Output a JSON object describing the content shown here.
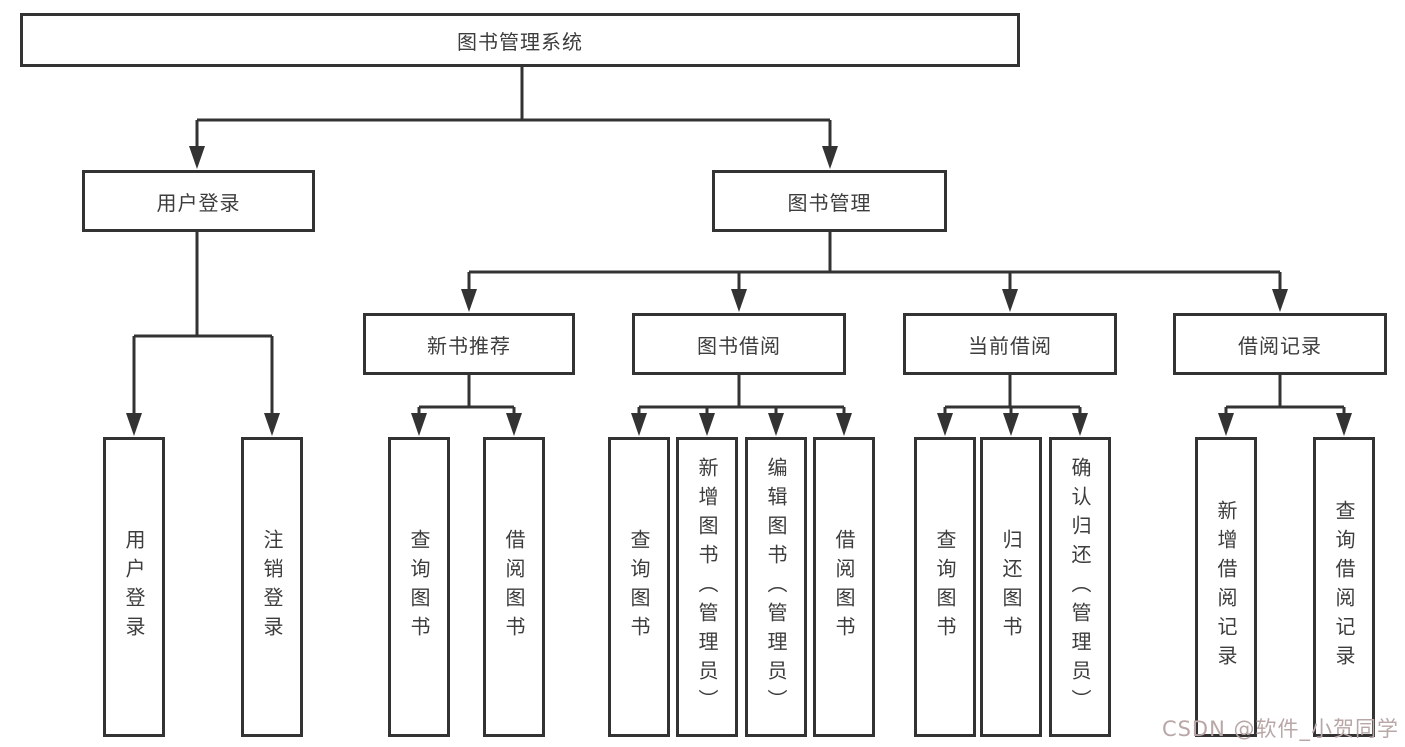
{
  "diagram": {
    "root": {
      "label": "图书管理系统"
    },
    "level1": {
      "user_login": {
        "label": "用户登录"
      },
      "book_management": {
        "label": "图书管理"
      }
    },
    "level2": {
      "new_book_recommend": {
        "label": "新书推荐"
      },
      "book_borrow": {
        "label": "图书借阅"
      },
      "current_borrow": {
        "label": "当前借阅"
      },
      "borrow_records": {
        "label": "借阅记录"
      }
    },
    "leaves": {
      "user_login": {
        "label": "用户登录"
      },
      "logout": {
        "label": "注销登录"
      },
      "nb_query_books": {
        "label": "查询图书"
      },
      "nb_borrow_books": {
        "label": "借阅图书"
      },
      "bb_query_books": {
        "label": "查询图书"
      },
      "bb_add_books_admin": {
        "label": "新增图书（管理员）"
      },
      "bb_edit_books_admin": {
        "label": "编辑图书（管理员）"
      },
      "bb_borrow_books": {
        "label": "借阅图书"
      },
      "cb_query_books": {
        "label": "查询图书"
      },
      "cb_return_books": {
        "label": "归还图书"
      },
      "cb_confirm_return_admin": {
        "label": "确认归还（管理员）"
      },
      "br_add_record": {
        "label": "新增借阅记录"
      },
      "br_query_record": {
        "label": "查询借阅记录"
      }
    }
  },
  "watermark": {
    "text": "CSDN @软件_小贺同学"
  },
  "colors": {
    "line": "#333333",
    "text": "#3d3d3d",
    "box_background": "#ffffff",
    "page_background": "#ffffff",
    "watermark": "#b9a7a7"
  }
}
